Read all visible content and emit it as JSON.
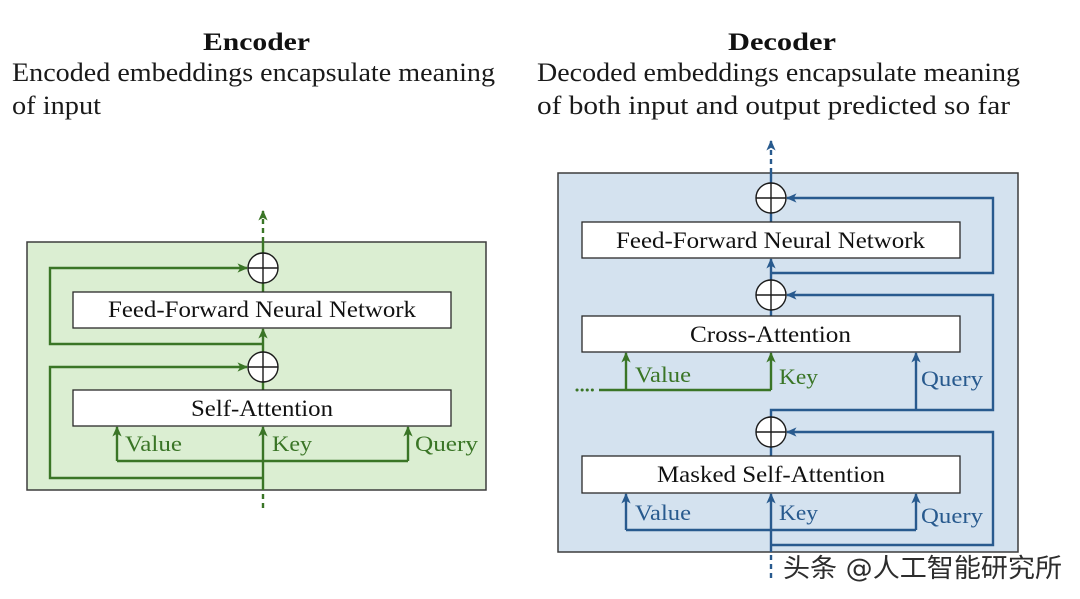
{
  "encoder": {
    "title": "Encoder",
    "subtitle": [
      "Encoded embeddings encapsulate meaning",
      "of input"
    ],
    "feed_forward_label": "Feed-Forward Neural Network",
    "attention_label": "Self-Attention",
    "inputs": {
      "value": "Value",
      "key": "Key",
      "query": "Query"
    }
  },
  "decoder": {
    "title": "Decoder",
    "subtitle": [
      "Decoded embeddings encapsulate meaning",
      "of both input and output predicted so far"
    ],
    "feed_forward_label": "Feed-Forward Neural Network",
    "cross_attention_label": "Cross-Attention",
    "masked_attention_label": "Masked Self-Attention",
    "cross_inputs": {
      "value": "Value",
      "key": "Key",
      "query": "Query"
    },
    "masked_inputs": {
      "value": "Value",
      "key": "Key",
      "query": "Query"
    }
  },
  "icons": {
    "add": "circled-plus-icon",
    "flow": "arrowhead-icon"
  },
  "colors": {
    "encoder_panel": "#dbeed2",
    "decoder_panel": "#d4e2ef",
    "green": "#3a7526",
    "blue": "#285a8e"
  },
  "watermark": "头条 @人工智能研究所"
}
